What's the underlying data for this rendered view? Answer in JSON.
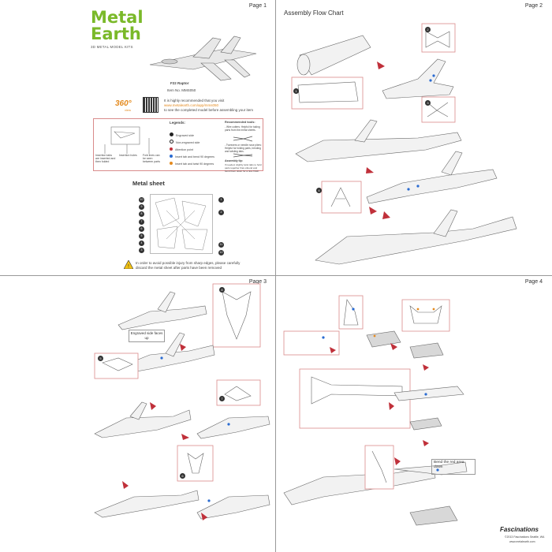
{
  "pages": {
    "p1": {
      "page_label": "Page 1",
      "brand_line1": "Metal",
      "brand_line2": "Earth",
      "brand_tagline": "3D METAL MODEL KITS",
      "model_name": "F22 Raptor",
      "item_no": "Item No. MMS050",
      "view_badge": "360°",
      "view_badge_sub": "view",
      "qr_text_1": "It is highly recommended that you visit",
      "qr_text_2": "www.metalearth.com/app/mms050",
      "qr_text_3": "to see the completed model before assembling your item",
      "legends_title": "Legends:",
      "legend_items": [
        "Engraved side",
        "Non-engraved side",
        "Attention point",
        "Insert tab and bend 90 degrees",
        "Insert tab and twist 90 degrees"
      ],
      "tools_title": "Recommended tools:",
      "tools_text_1": "- Wire cutters: Helpful for taking parts from the metal sheets.",
      "tools_text_2": "- Tweezers or needle nose pliers: Helpful for folding parts, bending and twisting tabs.",
      "assembly_tip_title": "Assembly tip:",
      "assembly_tip_text": "If needed, slightly twist tabs to hold parts together that unbend and bend them down for a nice finish.",
      "diagram_labels": [
        "Insertion tabs are inserted and then folded",
        "Insertion holes",
        "Fold lines can be seen between parts"
      ],
      "metal_sheet_title": "Metal sheet",
      "sheet_numbers_left": [
        "10",
        "9",
        "8",
        "7",
        "6",
        "5",
        "4",
        "3"
      ],
      "sheet_numbers_right": [
        "1",
        "2",
        "11",
        "12"
      ],
      "warning_text_1": "In order to avoid possible injury from sharp edges, please carefully",
      "warning_text_2": "discard the metal sheet after parts have been removed"
    },
    "p2": {
      "page_label": "Page 2",
      "title": "Assembly Flow Chart",
      "step_badges": [
        "1",
        "2",
        "3",
        "4"
      ]
    },
    "p3": {
      "page_label": "Page 3",
      "note": "Engraved side faces up",
      "step_badges": [
        "5",
        "6",
        "7",
        "8"
      ]
    },
    "p4": {
      "page_label": "Page 4",
      "note": "Bend the red area down",
      "footer_brand": "Fascinations",
      "footer_copyright": "©2013 Fascinations Seattle, WA",
      "footer_url": "www.metalearth.com"
    }
  },
  "colors": {
    "brand_green": "#7ab929",
    "box_border": "#d98b8b",
    "arrow_red": "#c0303a",
    "badge_dark": "#333333",
    "qr_orange": "#e48a1f"
  }
}
